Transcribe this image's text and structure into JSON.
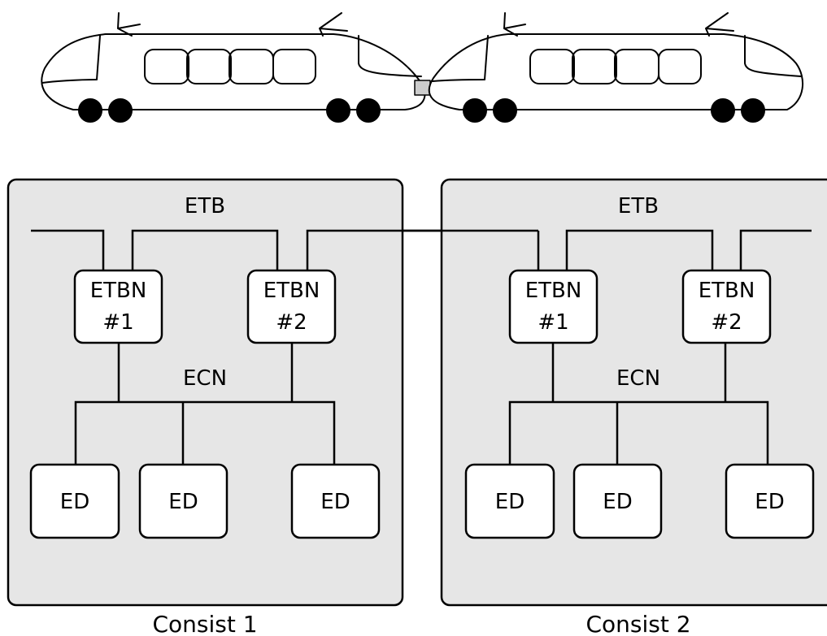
{
  "colors": {
    "line": "#000000",
    "consist_fill": "#e6e6e6",
    "box_fill": "#ffffff",
    "coupler_fill": "#cccccc"
  },
  "consists": [
    {
      "label": "Consist 1",
      "bus_label": "ETB",
      "ecn_label": "ECN",
      "etbn": [
        {
          "line1": "ETBN",
          "line2": "#1"
        },
        {
          "line1": "ETBN",
          "line2": "#2"
        }
      ],
      "devices": [
        "ED",
        "ED",
        "ED"
      ]
    },
    {
      "label": "Consist 2",
      "bus_label": "ETB",
      "ecn_label": "ECN",
      "etbn": [
        {
          "line1": "ETBN",
          "line2": "#1"
        },
        {
          "line1": "ETBN",
          "line2": "#2"
        }
      ],
      "devices": [
        "ED",
        "ED",
        "ED"
      ]
    }
  ]
}
